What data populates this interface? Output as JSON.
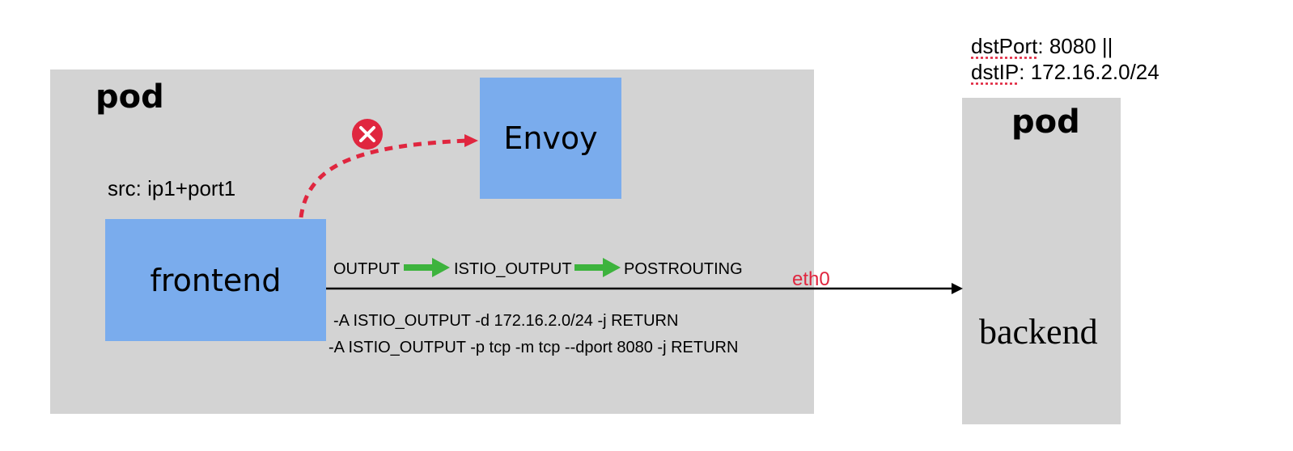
{
  "left_pod": {
    "title": "pod",
    "frontend_label": "frontend",
    "envoy_label": "Envoy",
    "src_text": "src: ip1+port1",
    "chain": [
      "OUTPUT",
      "ISTIO_OUTPUT",
      "POSTROUTING"
    ],
    "rules": [
      "-A ISTIO_OUTPUT -d 172.16.2.0/24 -j RETURN",
      "-A ISTIO_OUTPUT -p tcp -m tcp --dport 8080 -j RETURN"
    ]
  },
  "interface_label": "eth0",
  "right_pod": {
    "title": "pod",
    "backend_label": "backend"
  },
  "match_note": {
    "line1_key": "dstPort",
    "line1_rest": ": 8080 ||",
    "line2_key": "dstIP",
    "line2_rest": ": 172.16.2.0/24"
  },
  "colors": {
    "pod_bg": "#d3d3d3",
    "service_box": "#7aaced",
    "chain_arrow": "#3db33d",
    "blocked_path": "#e0263f",
    "eth0_text": "#e0263f"
  }
}
